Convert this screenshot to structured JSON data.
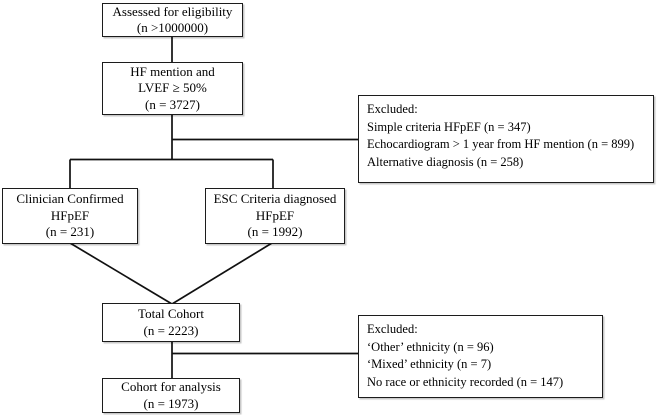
{
  "colors": {
    "background": "#ffffff",
    "border": "#1c1c1c",
    "connector": "#111111",
    "text": "#000000"
  },
  "nodes": {
    "assessed": {
      "lines": [
        "Assessed for eligibility",
        "(n >1000000)"
      ]
    },
    "hf_mention": {
      "lines": [
        "HF mention and",
        "LVEF ≥ 50%",
        "(n = 3727)"
      ]
    },
    "excluded_criteria": {
      "lines": [
        "Excluded:",
        "Simple criteria HFpEF (n = 347)",
        "Echocardiogram > 1 year from HF mention (n = 899)",
        "Alternative diagnosis (n = 258)"
      ]
    },
    "clinician": {
      "lines": [
        "Clinician Confirmed",
        "HFpEF",
        "(n = 231)"
      ]
    },
    "esc": {
      "lines": [
        "ESC Criteria diagnosed",
        "HFpEF",
        "(n = 1992)"
      ]
    },
    "total": {
      "lines": [
        "Total Cohort",
        "(n = 2223)"
      ]
    },
    "excluded_ethnicity": {
      "lines": [
        "Excluded:",
        "‘Other’ ethnicity (n = 96)",
        "‘Mixed’ ethnicity (n = 7)",
        "No race or ethnicity recorded (n = 147)"
      ]
    },
    "analysis": {
      "lines": [
        "Cohort for analysis",
        "(n = 1973)"
      ]
    }
  }
}
